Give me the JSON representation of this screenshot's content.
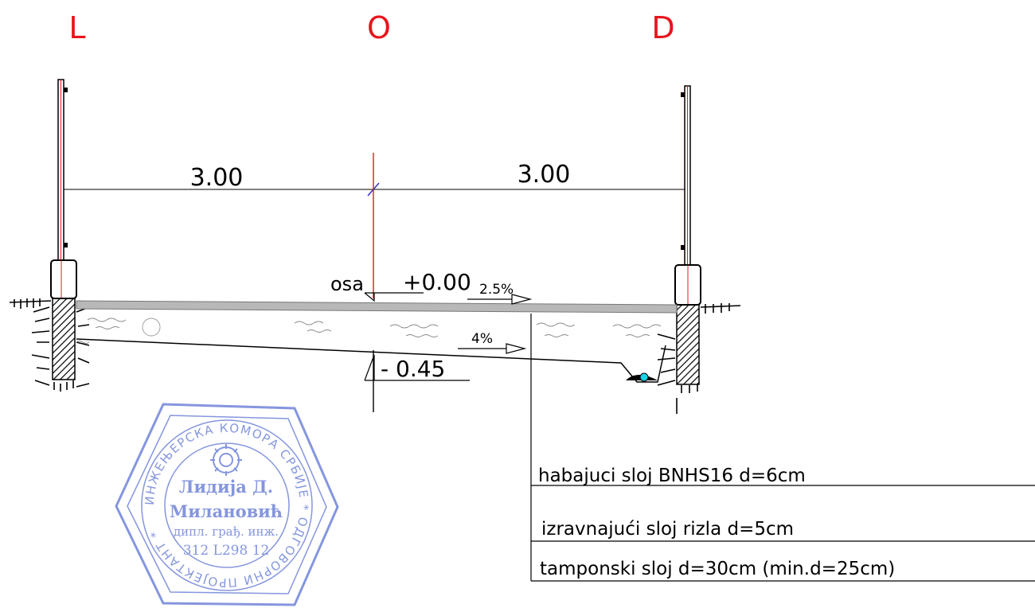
{
  "labels": {
    "left": "L",
    "center": "O",
    "right": "D"
  },
  "dimensions": {
    "left_width": "3.00",
    "right_width": "3.00"
  },
  "axis": {
    "label": "osa",
    "level": "+0.00",
    "depth": "- 0.45"
  },
  "slopes": {
    "surface": "2.5%",
    "subgrade": "4%"
  },
  "layers": [
    {
      "text": "habajuci sloj BNHS16  d=6cm"
    },
    {
      "text": "izravnajući sloj rizla   d=5cm"
    },
    {
      "text": "tamponski sloj d=30cm   (min.d=25cm)"
    }
  ],
  "stamp": {
    "ring_text": "ИНЖЕЊЕРСКА КОМОРА СРБИЈЕ * ОДГОВОРНИ ПРОЈЕКТАНТ *",
    "name_line1": "Лидија Д.",
    "name_line2": "Милановић",
    "title": "дипл. грађ. инж.",
    "license": "312 L298 12"
  },
  "colors": {
    "label_red": "#e8141c",
    "line_black": "#000000",
    "axis_red": "#e8141c",
    "asphalt_gray": "#b8b8b8",
    "stamp_blue": "#6b7fd7",
    "drain_cyan": "#19d3e6"
  }
}
